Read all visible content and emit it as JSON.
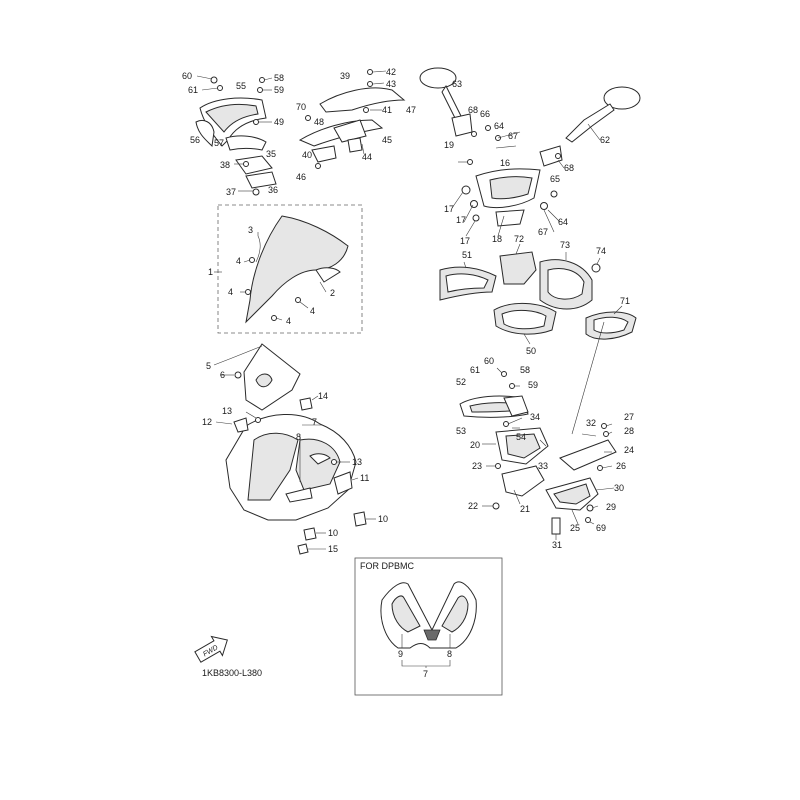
{
  "labels": {
    "n1": "1",
    "n2": "2",
    "n3": "3",
    "n4": "4",
    "n5": "5",
    "n6": "6",
    "n7": "7",
    "n8": "8",
    "n9": "9",
    "n10": "10",
    "n11": "11",
    "n12": "12",
    "n13": "13",
    "n14": "14",
    "n15": "15",
    "n16": "16",
    "n17": "17",
    "n18": "18",
    "n19": "19",
    "n20": "20",
    "n21": "21",
    "n22": "22",
    "n23": "23",
    "n24": "24",
    "n25": "25",
    "n26": "26",
    "n27": "27",
    "n28": "28",
    "n29": "29",
    "n30": "30",
    "n31": "31",
    "n32": "32",
    "n33": "33",
    "n34": "34",
    "n35": "35",
    "n36": "36",
    "n37": "37",
    "n38": "38",
    "n39": "39",
    "n40": "40",
    "n41": "41",
    "n42": "42",
    "n43": "43",
    "n44": "44",
    "n45": "45",
    "n46": "46",
    "n47": "47",
    "n48": "48",
    "n49": "49",
    "n50": "50",
    "n51": "51",
    "n52": "52",
    "n53": "53",
    "n54": "54",
    "n55": "55",
    "n56": "56",
    "n57": "57",
    "n58": "58",
    "n59": "59",
    "n60": "60",
    "n61": "61",
    "n62": "62",
    "n63": "63",
    "n64": "64",
    "n65": "65",
    "n66": "66",
    "n67": "67",
    "n68": "68",
    "n69": "69",
    "n70": "70",
    "n71": "71",
    "n72": "72",
    "n73": "73",
    "n74": "74"
  },
  "variant_box": {
    "title": "FOR DPBMC"
  },
  "direction_badge": {
    "text": "FWD"
  },
  "diagram_code": "1KB8300-L380",
  "colors": {
    "line": "#2a2a2a",
    "background": "#ffffff"
  },
  "icons": {
    "direction": "forward-arrow-icon"
  }
}
